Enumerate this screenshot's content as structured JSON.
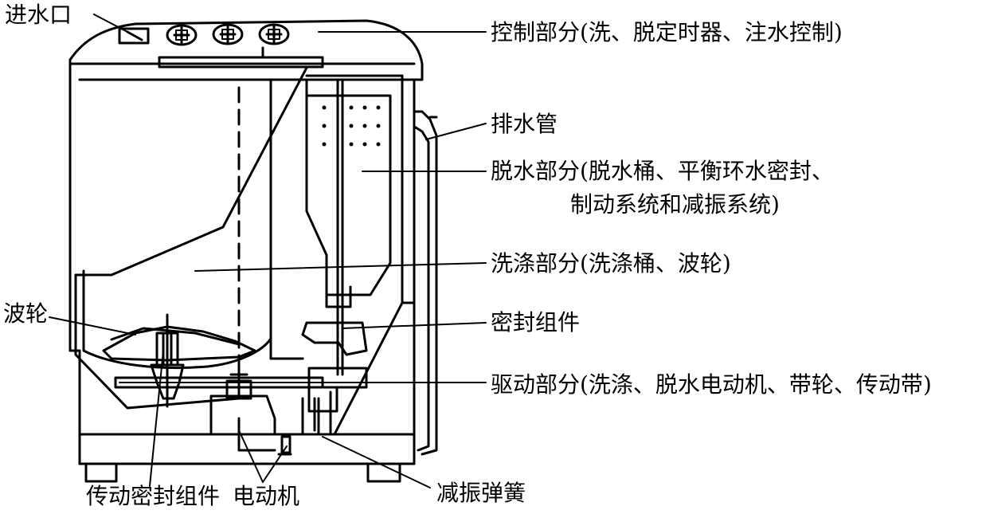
{
  "labels": {
    "water_inlet": "进水口",
    "control": "控制部分(洗、脱定时器、注水控制)",
    "drain_pipe": "排水管",
    "spin_line1": "脱水部分(脱水桶、平衡环水密封、",
    "spin_line2": "制动系统和减振系统)",
    "wash": "洗涤部分(洗涤桶、波轮)",
    "pulsator": "波轮",
    "seal": "密封组件",
    "drive": "驱动部分(洗涤、脱水电动机、带轮、传动带)",
    "transmission_seal": "传动密封组件",
    "motor": "电动机",
    "damping_spring": "减振弹簧"
  }
}
